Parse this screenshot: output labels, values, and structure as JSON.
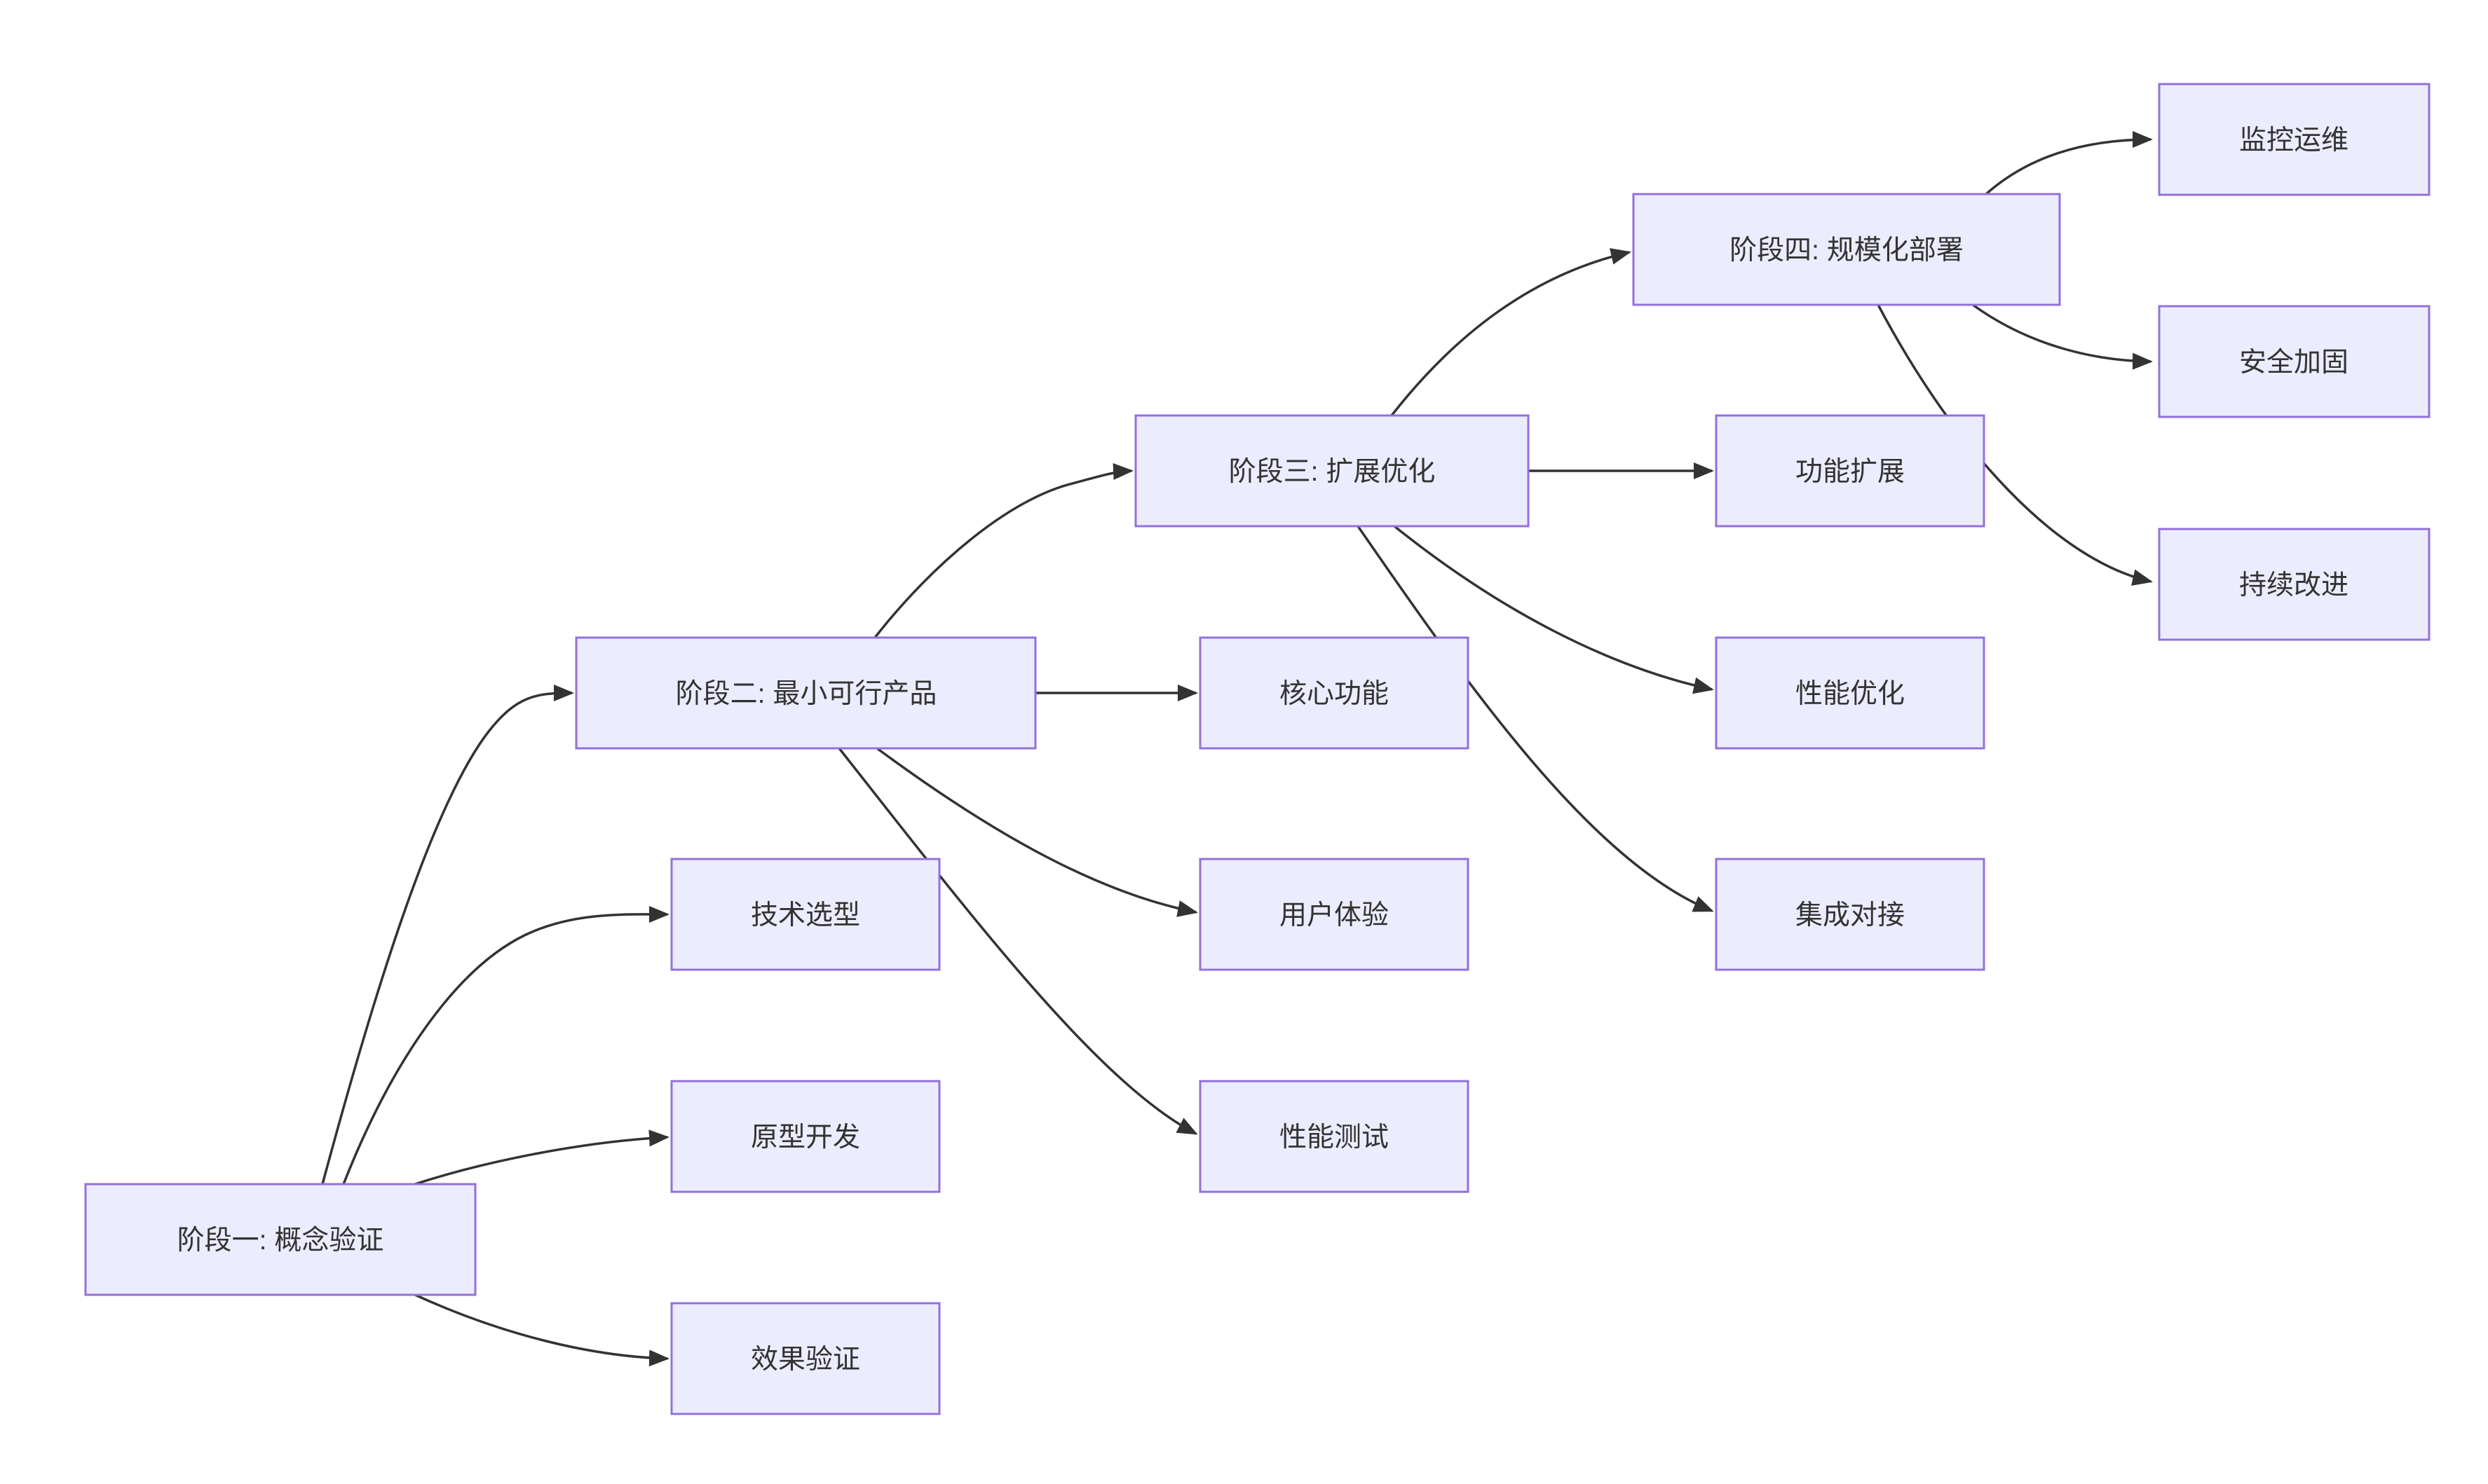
{
  "diagram": {
    "type": "flowchart",
    "direction": "left-to-right",
    "background": "#FFFFFF",
    "colors": {
      "node_fill": "#ECECFF",
      "node_border": "#9370DB",
      "edge_line": "#333333",
      "label_text": "#333333"
    },
    "nodes": [
      {
        "id": "phase1",
        "label": "阶段一: 概念验证"
      },
      {
        "id": "tech",
        "label": "技术选型"
      },
      {
        "id": "proto",
        "label": "原型开发"
      },
      {
        "id": "effect",
        "label": "效果验证"
      },
      {
        "id": "phase2",
        "label": "阶段二: 最小可行产品"
      },
      {
        "id": "core",
        "label": "核心功能"
      },
      {
        "id": "ux",
        "label": "用户体验"
      },
      {
        "id": "ptest",
        "label": "性能测试"
      },
      {
        "id": "phase3",
        "label": "阶段三: 扩展优化"
      },
      {
        "id": "feat",
        "label": "功能扩展"
      },
      {
        "id": "popt",
        "label": "性能优化"
      },
      {
        "id": "integ",
        "label": "集成对接"
      },
      {
        "id": "phase4",
        "label": "阶段四: 规模化部署"
      },
      {
        "id": "monitor",
        "label": "监控运维"
      },
      {
        "id": "security",
        "label": "安全加固"
      },
      {
        "id": "improve",
        "label": "持续改进"
      }
    ],
    "edges": [
      {
        "from": "phase1",
        "to": "phase2",
        "arrow": "filled-triangle"
      },
      {
        "from": "phase1",
        "to": "tech",
        "arrow": "filled-triangle"
      },
      {
        "from": "phase1",
        "to": "proto",
        "arrow": "filled-triangle"
      },
      {
        "from": "phase1",
        "to": "effect",
        "arrow": "filled-triangle"
      },
      {
        "from": "phase2",
        "to": "phase3",
        "arrow": "filled-triangle"
      },
      {
        "from": "phase2",
        "to": "core",
        "arrow": "filled-triangle"
      },
      {
        "from": "phase2",
        "to": "ux",
        "arrow": "filled-triangle"
      },
      {
        "from": "phase2",
        "to": "ptest",
        "arrow": "filled-triangle"
      },
      {
        "from": "phase3",
        "to": "phase4",
        "arrow": "filled-triangle"
      },
      {
        "from": "phase3",
        "to": "feat",
        "arrow": "filled-triangle"
      },
      {
        "from": "phase3",
        "to": "popt",
        "arrow": "filled-triangle"
      },
      {
        "from": "phase3",
        "to": "integ",
        "arrow": "filled-triangle"
      },
      {
        "from": "phase4",
        "to": "monitor",
        "arrow": "filled-triangle"
      },
      {
        "from": "phase4",
        "to": "security",
        "arrow": "filled-triangle"
      },
      {
        "from": "phase4",
        "to": "improve",
        "arrow": "filled-triangle"
      }
    ]
  }
}
